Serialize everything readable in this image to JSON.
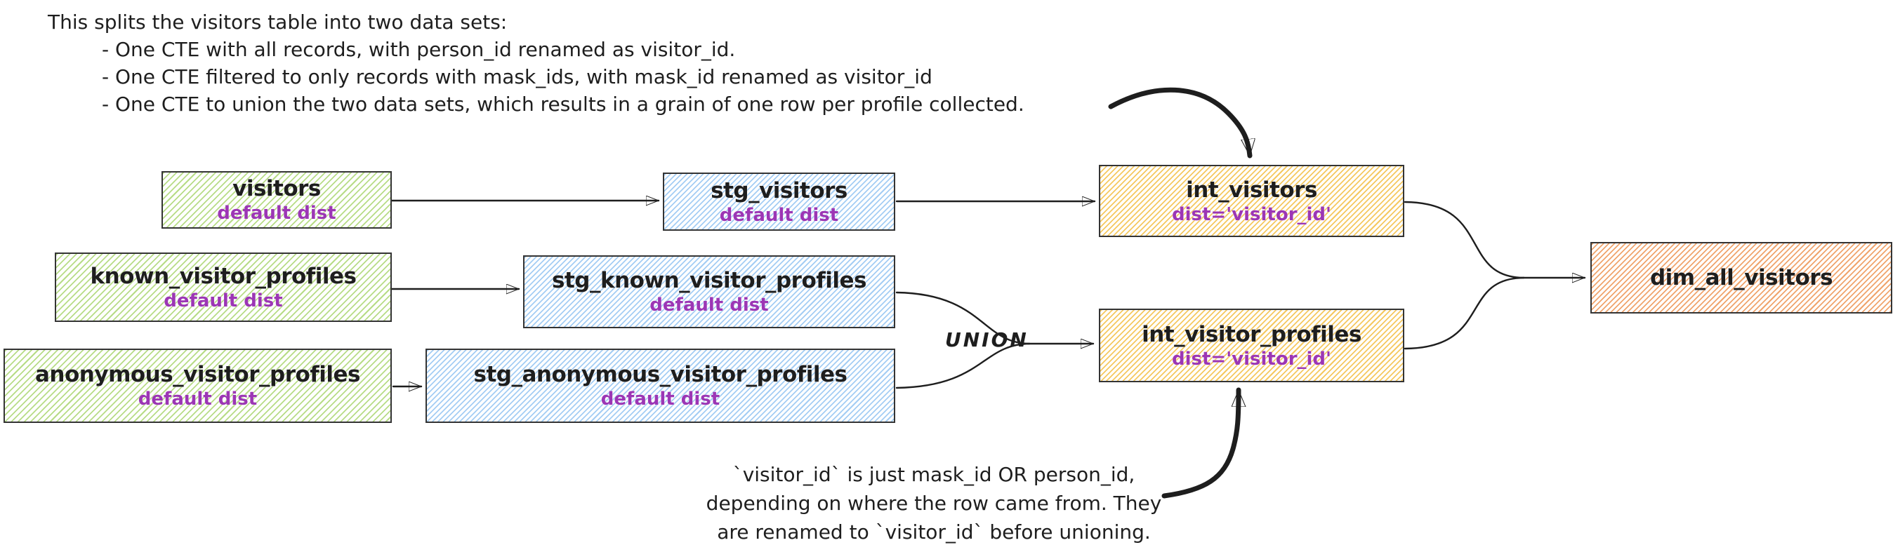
{
  "notes": {
    "top": {
      "lines": [
        "This splits the visitors table into two data sets:",
        "- One CTE with all records, with person_id renamed as visitor_id.",
        "- One CTE filtered to only records with mask_ids, with mask_id renamed as visitor_id",
        "- One CTE to union the two data sets, which results in a grain of one row per profile collected."
      ]
    },
    "bottom": {
      "lines": [
        "`visitor_id` is just mask_id OR person_id,",
        "depending on where the row came from. They",
        "are renamed to `visitor_id` before unioning."
      ]
    }
  },
  "labels": {
    "union": "UNION"
  },
  "nodes": {
    "visitors": {
      "title": "visitors",
      "subtitle": "default dist"
    },
    "known_visitor_profiles": {
      "title": "known_visitor_profiles",
      "subtitle": "default dist"
    },
    "anonymous_visitor_profiles": {
      "title": "anonymous_visitor_profiles",
      "subtitle": "default dist"
    },
    "stg_visitors": {
      "title": "stg_visitors",
      "subtitle": "default dist"
    },
    "stg_known_visitor_profiles": {
      "title": "stg_known_visitor_profiles",
      "subtitle": "default dist"
    },
    "stg_anonymous_visitor_profiles": {
      "title": "stg_anonymous_visitor_profiles",
      "subtitle": "default dist"
    },
    "int_visitors": {
      "title": "int_visitors",
      "subtitle": "dist='visitor_id'"
    },
    "int_visitor_profiles": {
      "title": "int_visitor_profiles",
      "subtitle": "dist='visitor_id'"
    },
    "dim_all_visitors": {
      "title": "dim_all_visitors"
    }
  },
  "colors": {
    "ink": "#1e1e1e",
    "green": "#b7dc86",
    "blue": "#a4cdf4",
    "yellow": "#f5c85f",
    "orange": "#f0a46c",
    "purple": "#9c36b5"
  }
}
